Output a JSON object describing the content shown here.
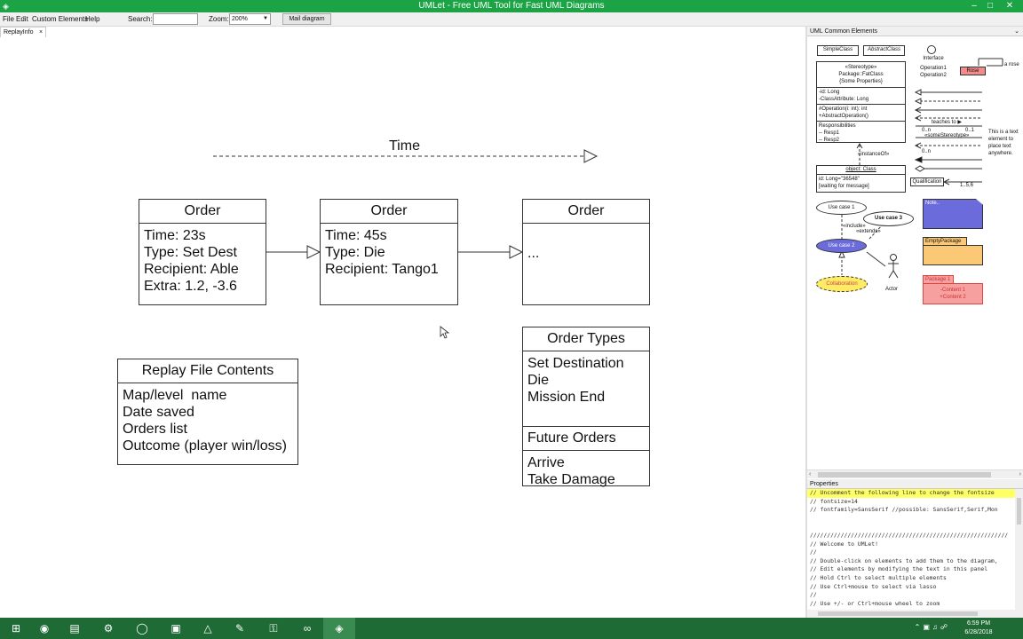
{
  "window": {
    "title": "UMLet - Free UML Tool for Fast UML Diagrams",
    "minimize": "–",
    "maximize": "□",
    "close": "✕"
  },
  "menubar": {
    "items": [
      "File",
      "Edit",
      "Custom Elements",
      "Help"
    ],
    "search_label": "Search:",
    "search_value": "",
    "zoom_label": "Zoom:",
    "zoom_value": "200%",
    "mail_button": "Mail diagram"
  },
  "tab": {
    "label": "ReplayInfo",
    "close": "×"
  },
  "diagram": {
    "time_label": "Time",
    "orders": [
      {
        "title": "Order",
        "body": "Time: 23s\nType: Set Dest\nRecipient: Able\nExtra: 1.2, -3.6"
      },
      {
        "title": "Order",
        "body": "Time: 45s\nType: Die\nRecipient: Tango1"
      },
      {
        "title": "Order",
        "body": "..."
      }
    ],
    "replay": {
      "title": "Replay File Contents",
      "body": "Map/level  name\nDate saved\nOrders list\nOutcome (player win/loss)"
    },
    "order_types": {
      "title": "Order Types",
      "body": "Set Destination\nDie\nMission End",
      "future_title": "Future Orders",
      "future_body": "Arrive\nTake Damage"
    }
  },
  "palette": {
    "header": "UML Common Elements",
    "simple_class": "SimpleClass",
    "abstract_class": "AbstractClass",
    "interface_label": "Interface",
    "interface_ops": "Operation1\nOperation2",
    "rose_label": "Rose",
    "a_rose": "a rose",
    "fat_class_head": "«Stereotype»\nPackage::FatClass\n{Some Properties}",
    "fat_class_attrs": "-id: Long\n-ClassAttribute: Long",
    "fat_class_ops": "#Operation(i: int): int\n+AbstractOperation()",
    "fat_class_resp": "Responsibilities\n-- Resp1\n-- Resp2",
    "teaches_to": "teaches to ▶",
    "mult_left": "0..n",
    "mult_right": "0..1",
    "some_stereotype": "«someStereotype»",
    "mult_left2": "0..n",
    "text_element": "This is a text\nelement to\nplace text\nanywhere.",
    "instance_of": "«instanceOf»",
    "object_head": "object: Class",
    "object_body": "id: Long=\"36548\"\n[waiting for message]",
    "qualification": "Qualification",
    "qual_mult": "1..5,6",
    "use_case1": "Use case 1",
    "use_case2": "Use case 2",
    "use_case3": "Use case 3",
    "include": "«include»",
    "extends": "«extends»",
    "actor": "Actor",
    "collaboration": "Collaboration",
    "note": "Note..",
    "empty_package": "EmptyPackage",
    "package1": "Package 1",
    "package1_content": "-Content 1\n+Content 2"
  },
  "properties": {
    "header": "Properties",
    "lines": [
      "// Uncomment the following line to change the fontsize",
      "// fontsize=14",
      "// fontfamily=SansSerif //possible: SansSerif,Serif,Mon",
      "",
      "",
      "//////////////////////////////////////////////////////////",
      "// Welcome to UMLet!",
      "//",
      "// Double-click on elements to add them to the diagram,",
      "// Edit elements by modifying the text in this panel",
      "// Hold Ctrl to select multiple elements",
      "// Use Ctrl+mouse to select via lasso",
      "//",
      "// Use +/- or Ctrl+mouse wheel to zoom"
    ]
  },
  "taskbar": {
    "time": "6:59 PM",
    "date": "6/28/2018"
  }
}
